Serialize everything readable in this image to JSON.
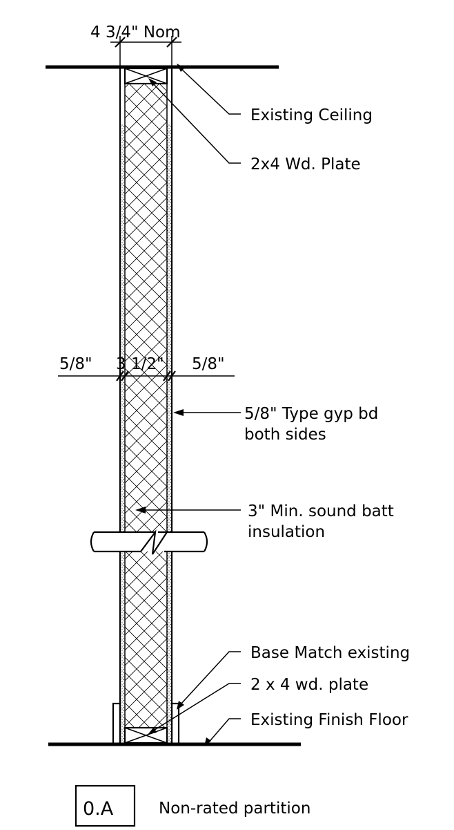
{
  "dimensions": {
    "overall": "4 3/4\" Nom",
    "left_board": "5/8\"",
    "stud": "3 1/2\"",
    "right_board": "5/8\""
  },
  "callouts": {
    "ceiling": "Existing Ceiling",
    "top_plate": "2x4 Wd. Plate",
    "gyp_line1": "5/8\" Type gyp bd",
    "gyp_line2": "both sides",
    "insul_line1": "3\" Min. sound batt",
    "insul_line2": "insulation",
    "base": "Base Match existing",
    "bottom_plate": "2 x 4 wd. plate",
    "floor": "Existing Finish Floor"
  },
  "tag": {
    "id": "0.A",
    "title": "Non-rated partition"
  }
}
